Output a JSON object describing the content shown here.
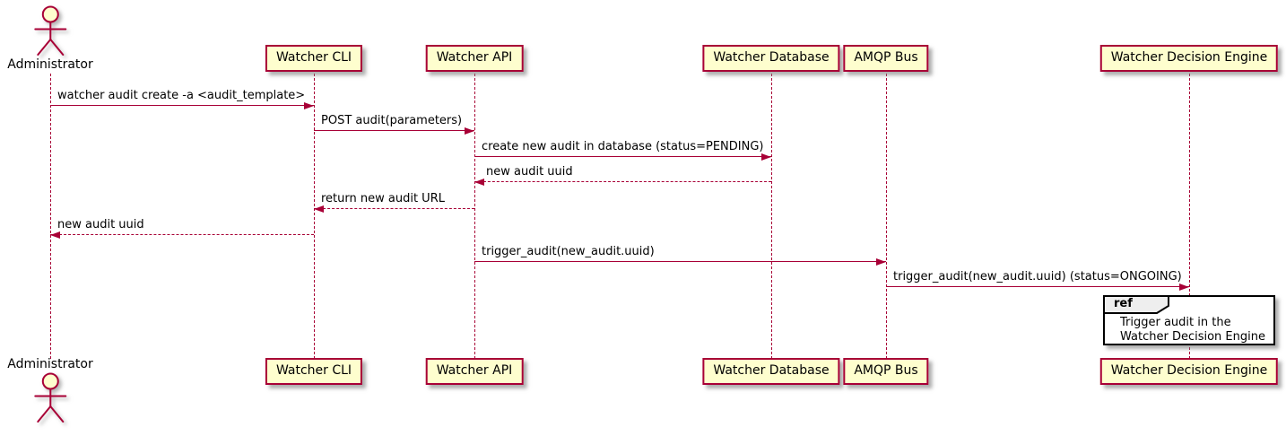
{
  "diagram": {
    "type": "sequence-diagram",
    "participants": [
      {
        "label": "Administrator",
        "kind": "actor"
      },
      {
        "label": "Watcher CLI",
        "kind": "participant"
      },
      {
        "label": "Watcher API",
        "kind": "participant"
      },
      {
        "label": "Watcher Database",
        "kind": "participant"
      },
      {
        "label": "AMQP Bus",
        "kind": "participant"
      },
      {
        "label": "Watcher Decision Engine",
        "kind": "participant"
      }
    ],
    "messages": [
      {
        "from": "Administrator",
        "to": "Watcher CLI",
        "label": "watcher audit create -a <audit_template>",
        "line": "solid",
        "direction": "right"
      },
      {
        "from": "Watcher CLI",
        "to": "Watcher API",
        "label": "POST audit(parameters)",
        "line": "solid",
        "direction": "right"
      },
      {
        "from": "Watcher API",
        "to": "Watcher Database",
        "label": "create new audit in database (status=PENDING)",
        "line": "solid",
        "direction": "right"
      },
      {
        "from": "Watcher Database",
        "to": "Watcher API",
        "label": "new audit uuid",
        "line": "dashed",
        "direction": "left"
      },
      {
        "from": "Watcher API",
        "to": "Watcher CLI",
        "label": "return new audit URL",
        "line": "dashed",
        "direction": "left"
      },
      {
        "from": "Watcher CLI",
        "to": "Administrator",
        "label": "new audit uuid",
        "line": "dashed",
        "direction": "left"
      },
      {
        "from": "Watcher API",
        "to": "AMQP Bus",
        "label": "trigger_audit(new_audit.uuid)",
        "line": "solid",
        "direction": "right"
      },
      {
        "from": "AMQP Bus",
        "to": "Watcher Decision Engine",
        "label": "trigger_audit(new_audit.uuid) (status=ONGOING)",
        "line": "solid",
        "direction": "right"
      }
    ],
    "ref_fragment": {
      "keyword": "ref",
      "over": "Watcher Decision Engine",
      "lines": [
        "Trigger audit in the",
        "Watcher Decision Engine"
      ]
    },
    "colors": {
      "participant_fill": "#fefece",
      "participant_border": "#a80036",
      "arrow": "#a80036",
      "lifeline": "#a80036",
      "ref_border": "#000000",
      "ref_header_fill": "#eeeeee",
      "text": "#000000"
    }
  }
}
